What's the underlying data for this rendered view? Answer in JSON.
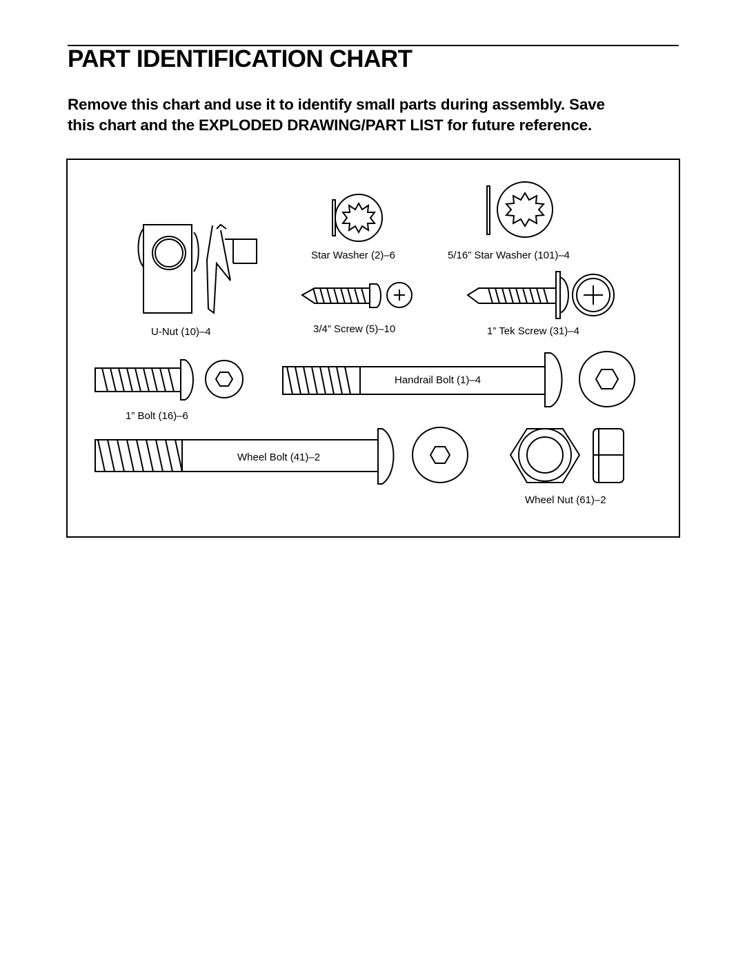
{
  "header": {
    "title": "PART IDENTIFICATION CHART",
    "intro_line1": "Remove this chart and use it to identify small parts during assembly. Save",
    "intro_line2": "this chart and the EXPLODED DRAWING/PART LIST for future reference."
  },
  "parts": {
    "u_nut": "U-Nut (10)–4",
    "star_washer": "Star Washer (2)–6",
    "star_washer_516": "5/16” Star Washer (101)–4",
    "screw_34": "3/4” Screw (5)–10",
    "tek_screw": "1” Tek Screw (31)–4",
    "handrail_bolt": "Handrail Bolt (1)–4",
    "bolt_1": "1” Bolt (16)–6",
    "wheel_bolt": "Wheel Bolt (41)–2",
    "wheel_nut": "Wheel Nut (61)–2"
  }
}
